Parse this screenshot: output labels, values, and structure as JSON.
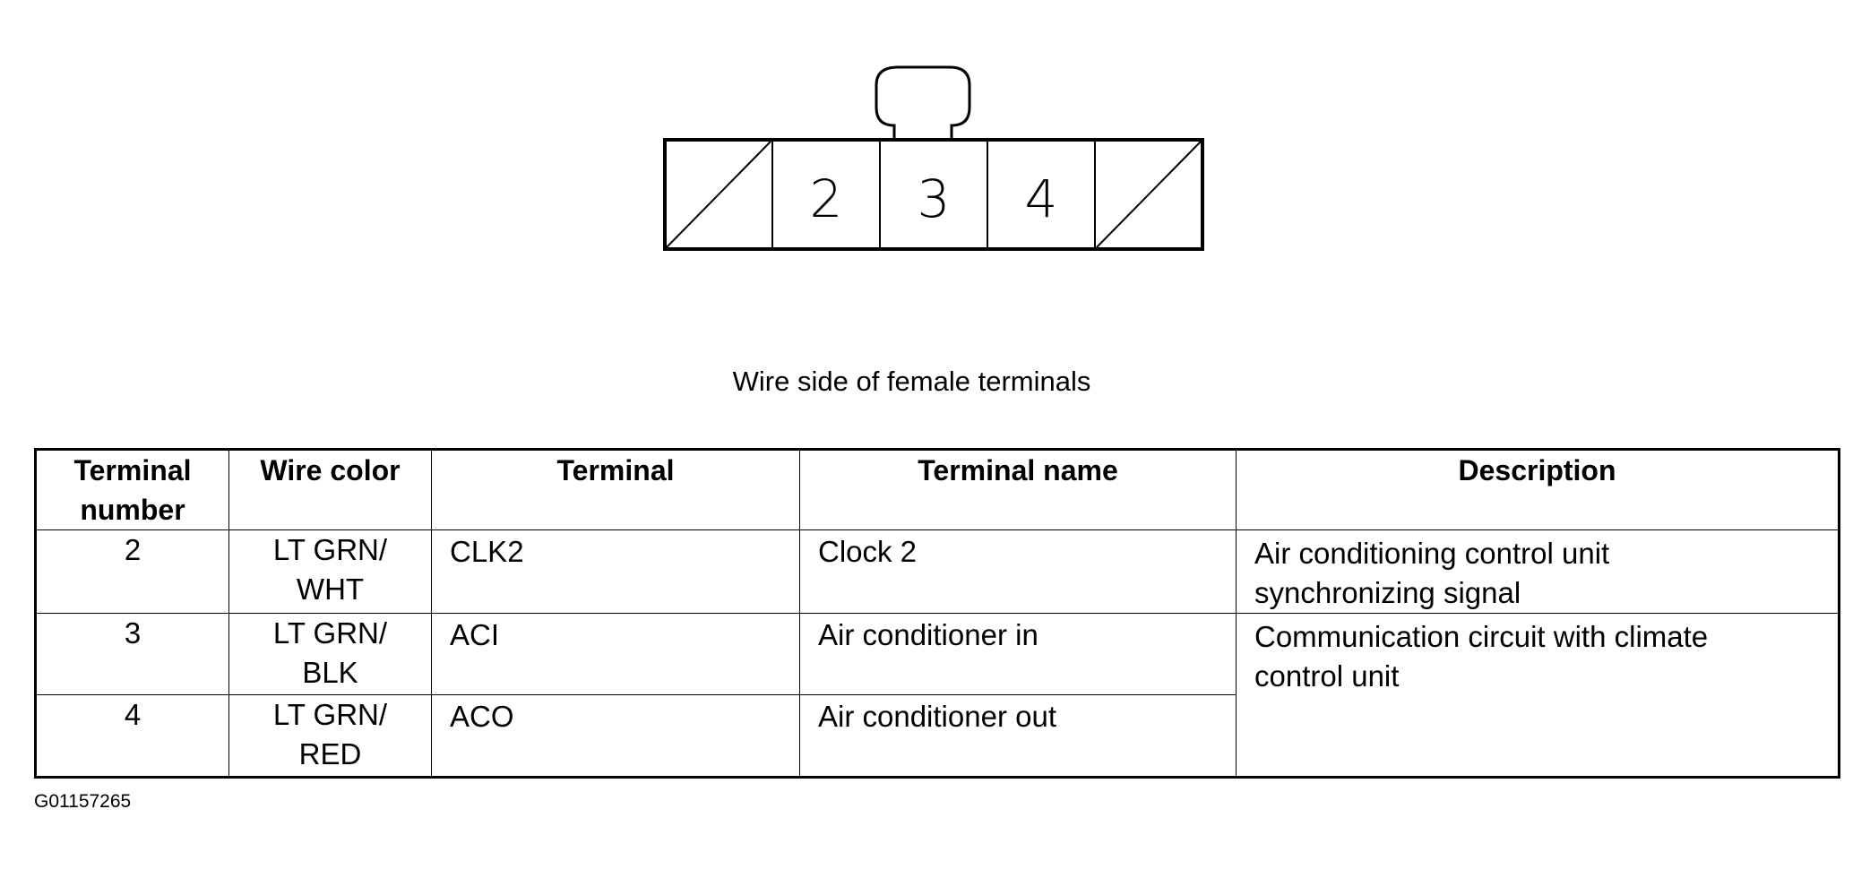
{
  "connector": {
    "pins": [
      "",
      "2",
      "3",
      "4",
      ""
    ]
  },
  "caption": "Wire side of female terminals",
  "table": {
    "headers": [
      [
        "Terminal",
        "number"
      ],
      [
        "Wire color"
      ],
      [
        "Terminal"
      ],
      [
        "Terminal name"
      ],
      [
        "Description"
      ]
    ],
    "rows": [
      {
        "number": "2",
        "wire_color": [
          "LT GRN/",
          "WHT"
        ],
        "terminal": "CLK2",
        "terminal_name": "Clock 2"
      },
      {
        "number": "3",
        "wire_color": [
          "LT GRN/",
          "BLK"
        ],
        "terminal": "ACI",
        "terminal_name": "Air conditioner in"
      },
      {
        "number": "4",
        "wire_color": [
          "LT GRN/",
          "RED"
        ],
        "terminal": "ACO",
        "terminal_name": "Air conditioner out"
      }
    ],
    "descriptions": [
      [
        "Air conditioning control unit",
        "synchronizing signal"
      ],
      [
        "Communication circuit with climate",
        "control unit"
      ]
    ]
  },
  "figure_id": "G01157265"
}
